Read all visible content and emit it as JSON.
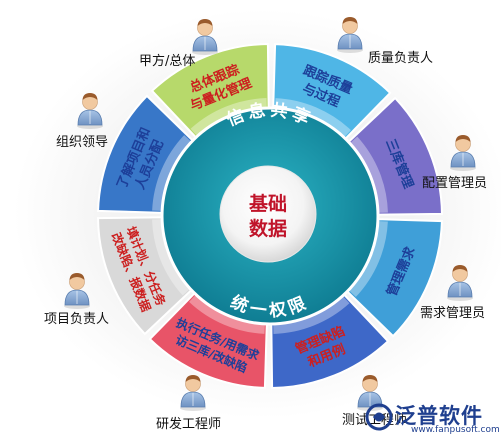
{
  "center": {
    "line1": "基础",
    "line2": "数据"
  },
  "ring": {
    "top": "信息共享",
    "bottom": "统一权限"
  },
  "segments": [
    {
      "id": "seg-1",
      "lines": [
        "总体跟踪",
        "与量化管理"
      ],
      "color": "#b7d96b",
      "text_color": "#cc1f1f"
    },
    {
      "id": "seg-2",
      "lines": [
        "跟踪质量",
        "与过程"
      ],
      "color": "#4fb6e6",
      "text_color": "#1d3f99"
    },
    {
      "id": "seg-3",
      "lines": [
        "三库管理"
      ],
      "color": "#7a6fc9",
      "text_color": "#1d3f99"
    },
    {
      "id": "seg-4",
      "lines": [
        "管理需求"
      ],
      "color": "#3f9fd8",
      "text_color": "#1d3f99"
    },
    {
      "id": "seg-5",
      "lines": [
        "管理缺陷",
        "和用例"
      ],
      "color": "#3e68c8",
      "text_color": "#cc1f1f"
    },
    {
      "id": "seg-6",
      "lines": [
        "执行任务/用需求",
        "访三库/改缺陷"
      ],
      "color": "#e85468",
      "text_color": "#1d3f99"
    },
    {
      "id": "seg-7",
      "lines": [
        "填计划、分任务",
        "改缺陷、报数据"
      ],
      "color": "#d9d9d9",
      "text_color": "#cc1f1f"
    },
    {
      "id": "seg-8",
      "lines": [
        "了解项目和",
        "人员分配"
      ],
      "color": "#3877c8",
      "text_color": "#1d3f99"
    }
  ],
  "roles": [
    {
      "id": "role-jiafang",
      "label": "甲方/总体"
    },
    {
      "id": "role-zhiliang",
      "label": "质量负责人"
    },
    {
      "id": "role-zuzhi",
      "label": "组织领导"
    },
    {
      "id": "role-peizhi",
      "label": "配置管理员"
    },
    {
      "id": "role-xuqiu",
      "label": "需求管理员"
    },
    {
      "id": "role-xiangmu",
      "label": "项目负责人"
    },
    {
      "id": "role-yanfa",
      "label": "研发工程师"
    },
    {
      "id": "role-ceshi",
      "label": "测试工程师"
    }
  ],
  "brand": {
    "name": "泛普软件",
    "url": "www.fanpusoft.com"
  }
}
